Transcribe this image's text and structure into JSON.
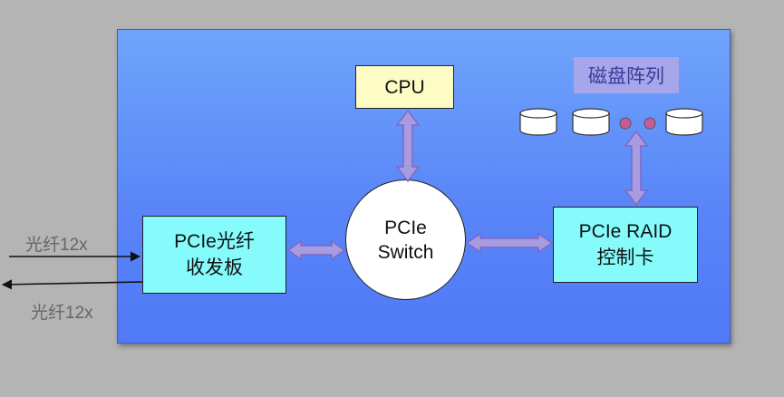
{
  "cpu": {
    "label": "CPU"
  },
  "pcie_switch": {
    "line1": "PCIe",
    "line2": "Switch"
  },
  "fiber_card": {
    "line1": "PCIe光纤",
    "line2": "收发板"
  },
  "raid_card": {
    "line1": "PCIe RAID",
    "line2": "控制卡"
  },
  "disk_array": {
    "label": "磁盘阵列"
  },
  "fiber_in": {
    "label": "光纤12x"
  },
  "fiber_out": {
    "label": "光纤12x"
  },
  "colors": {
    "board": "#5a86f8",
    "card": "#85fbfb",
    "cpu": "#fdfcc5",
    "arrow": "#a99be0",
    "disk_label_bg": "#a7a6ea"
  }
}
